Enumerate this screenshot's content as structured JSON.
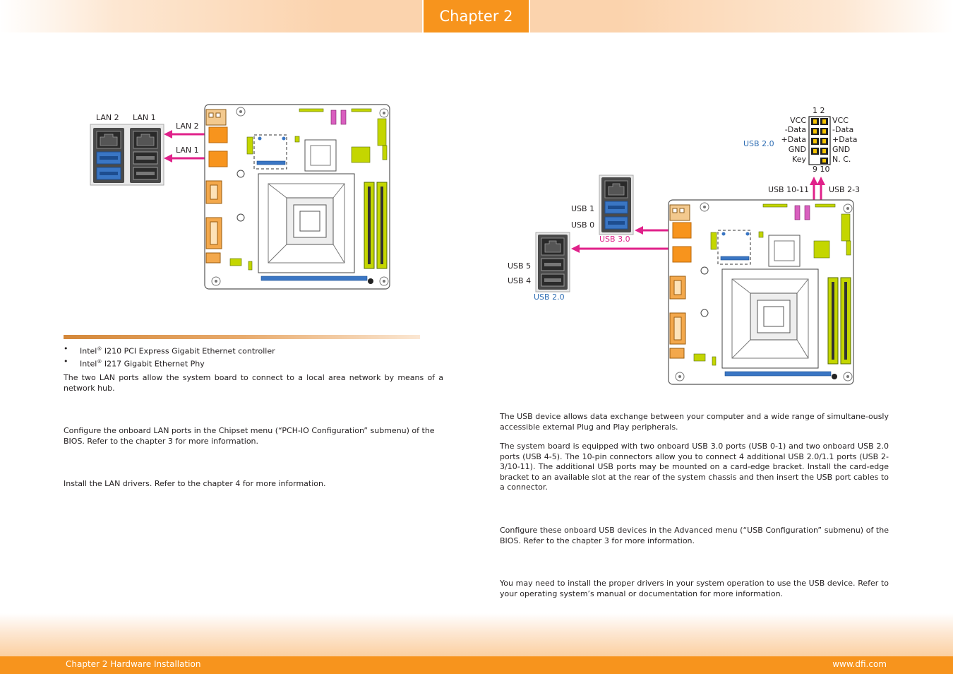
{
  "header": {
    "chapter_tab": "Chapter 2"
  },
  "footer": {
    "left": "Chapter 2 Hardware Installation",
    "right": "www.dfi.com"
  },
  "colors": {
    "accent": "#f7941d",
    "pointer": "#e0218a",
    "usb_blue": "#2e6db4",
    "memory_slot": "#c4d600"
  },
  "lan": {
    "figure_labels": {
      "lan2_top": "LAN 2",
      "lan1_top": "LAN 1",
      "lan2_pointer": "LAN 2",
      "lan1_pointer": "LAN 1"
    },
    "features": [
      {
        "prefix": "Intel",
        "reg": "®",
        "rest": " I210 PCI Express Gigabit Ethernet controller"
      },
      {
        "prefix": "Intel",
        "reg": "®",
        "rest": " I217 Gigabit Ethernet Phy"
      }
    ],
    "description": "The two LAN ports allow the system board to connect to a local area network by means of a network hub.",
    "bios_setting": "Configure the onboard LAN ports in the Chipset menu (“PCH-IO Configuration” submenu) of the BIOS. Refer to the chapter 3 for more information.",
    "driver_installation": "Install the LAN drivers. Refer to the chapter 4 for more information."
  },
  "usb": {
    "figure_labels": {
      "usb1": "USB 1",
      "usb0": "USB 0",
      "usb30": "USB 3.0",
      "usb5": "USB 5",
      "usb4": "USB 4",
      "usb20_rear": "USB 2.0",
      "usb10_11": "USB 10-11",
      "usb2_3": "USB 2-3",
      "usb20_header": "USB 2.0"
    },
    "header_pinout": {
      "top_pins": "1  2",
      "bottom_pins": "9 10",
      "left": [
        "VCC",
        "-Data",
        "+Data",
        "GND",
        "Key"
      ],
      "right": [
        "VCC",
        "-Data",
        "+Data",
        "GND",
        "N. C."
      ]
    },
    "description": "The USB device allows data exchange between your computer and a wide range of simultane-ously accessible external Plug and Play peripherals.",
    "ports_info": "The system board is equipped with two onboard USB 3.0 ports (USB 0-1) and two onboard USB 2.0 ports (USB 4-5). The 10-pin connectors allow you to connect 4 additional USB 2.0/1.1 ports (USB 2-3/10-11). The additional USB ports may be mounted on a card-edge bracket. Install the card-edge bracket to an available slot at the rear of the system chassis and then insert the USB port cables to a connector.",
    "bios_setting": "Configure these onboard USB devices in the Advanced menu (“USB Configuration” submenu) of the BIOS. Refer to the chapter 3 for more information.",
    "driver_installation": "You may need to install the proper drivers in your system operation to use the USB device. Refer to your operating system’s manual or documentation for more information."
  }
}
